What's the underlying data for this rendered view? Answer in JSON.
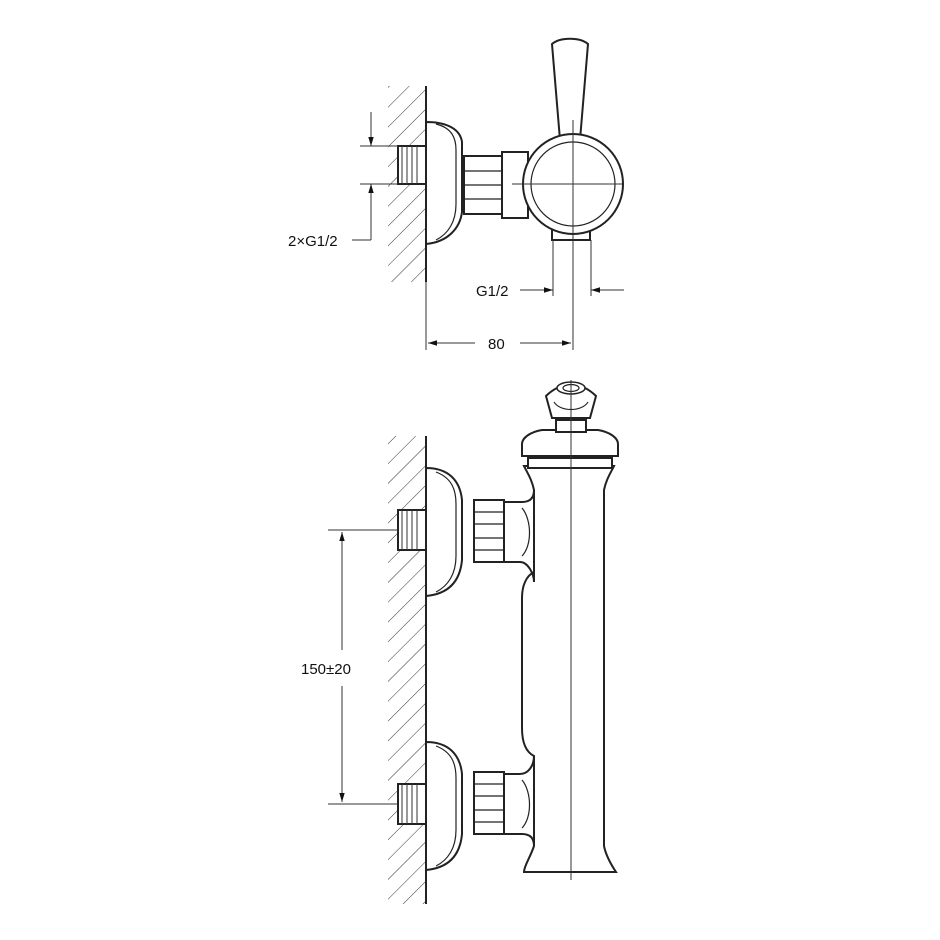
{
  "labels": {
    "inlet_thread": "2×G1/2",
    "outlet_thread": "G1/2",
    "depth": "80",
    "spacing": "150±20"
  }
}
